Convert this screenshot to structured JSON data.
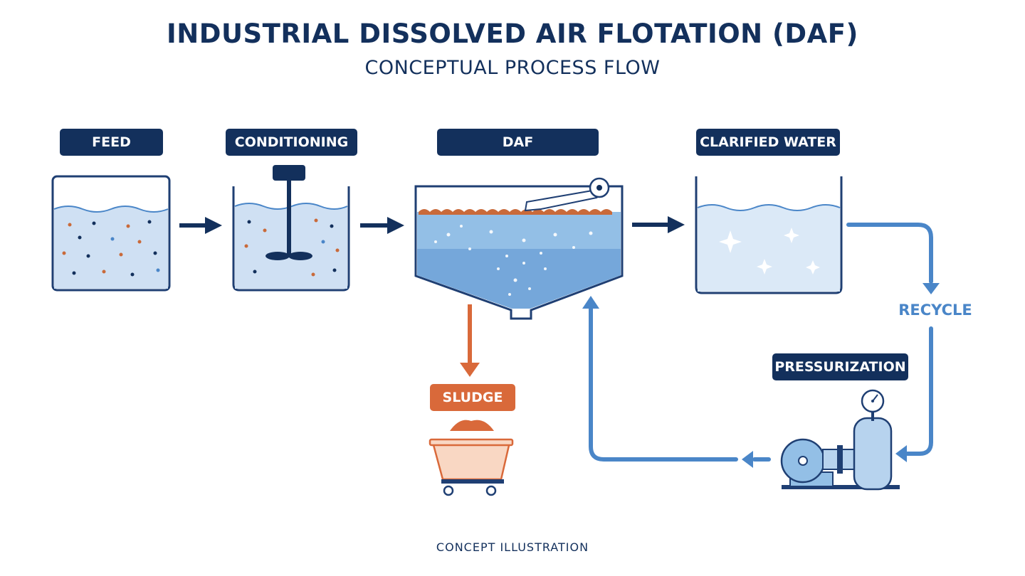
{
  "header": {
    "title": "INDUSTRIAL DISSOLVED AIR FLOTATION (DAF)",
    "subtitle": "CONCEPTUAL PROCESS FLOW"
  },
  "stages": {
    "feed": "FEED",
    "conditioning": "CONDITIONING",
    "daf": "DAF",
    "clarified_water": "CLARIFIED WATER",
    "sludge": "SLUDGE",
    "pressurization": "PRESSURIZATION"
  },
  "flow_labels": {
    "recycle": "RECYCLE"
  },
  "footer": {
    "caption": "CONCEPT ILLUSTRATION"
  },
  "colors": {
    "navy": "#13305c",
    "water": "#cfe0f3",
    "water_outline": "#4a86c8",
    "flow_blue": "#4a86c8",
    "sludge_orange": "#d9693a",
    "froth": "#c96a3a"
  }
}
